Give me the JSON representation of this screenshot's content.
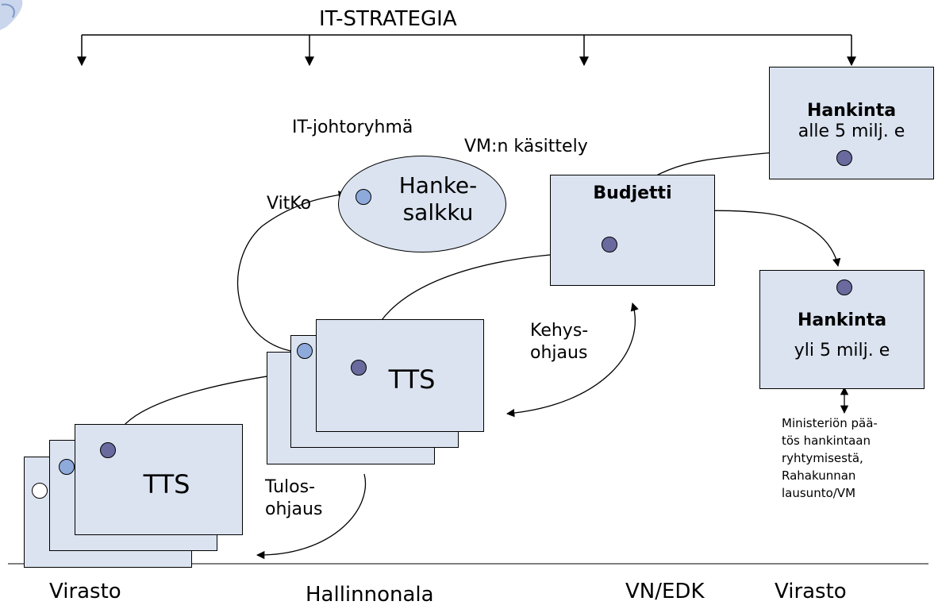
{
  "title": "IT-STRATEGIA",
  "labels": {
    "it_johtoryhma": "IT-johtoryhmä",
    "vm_kasittely": "VM:n käsittely",
    "vitko": "VitKo",
    "kehys_line1": "Kehys-",
    "kehys_line2": "ohjaus",
    "tulos_line1": "Tulos-",
    "tulos_line2": "ohjaus"
  },
  "nodes": {
    "hankesalkku_line1": "Hanke-",
    "hankesalkku_line2": "salkku",
    "budjetti": "Budjetti",
    "tts_hallinnonala": "TTS",
    "tts_virasto": "TTS",
    "hankinta_small_title": "Hankinta",
    "hankinta_small_sub": "alle 5 milj. e",
    "hankinta_large_title": "Hankinta",
    "hankinta_large_sub": "yli 5 milj. e"
  },
  "note": {
    "line1": "Ministeriön pää-",
    "line2": "tös hankintaan",
    "line3": "ryhtymisestä,",
    "line4": "Rahakunnan",
    "line5": "lausunto/VM"
  },
  "columns": {
    "virasto_left": "Virasto",
    "hallinnonala": "Hallinnonala",
    "vn_edk": "VN/EDK",
    "virasto_right": "Virasto"
  },
  "colors": {
    "box_fill": "#dbe3f0",
    "dot_light": "#8eaadb",
    "dot_dark": "#6a6a9e"
  }
}
